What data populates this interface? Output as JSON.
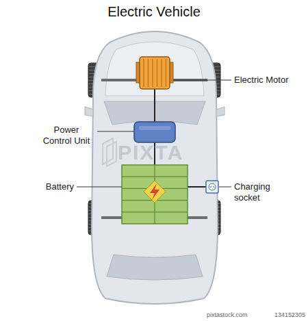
{
  "diagram": {
    "title": "Electric Vehicle",
    "labels": [
      "Electric Motor",
      "Power Control Unit",
      "Battery",
      "Charging socket",
      "PIXTA",
      "pixtastock.com",
      "134152305"
    ]
  }
}
